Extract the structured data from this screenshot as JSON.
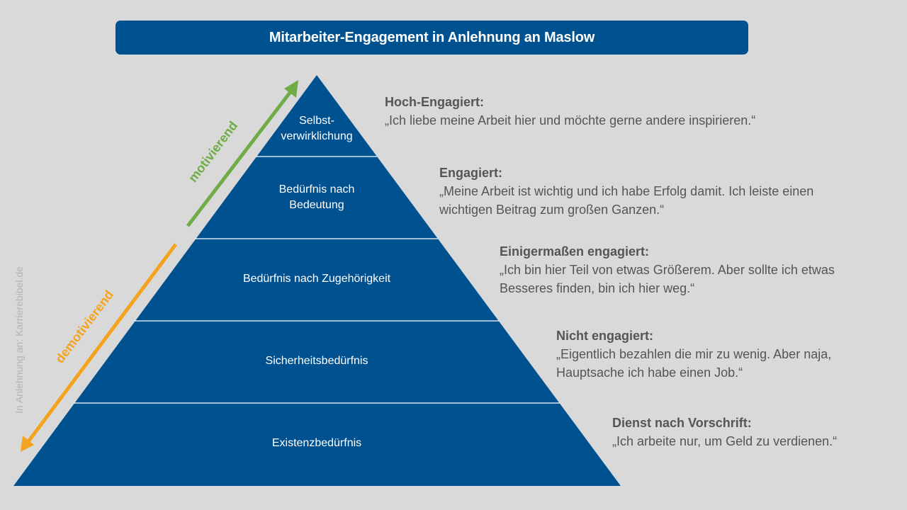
{
  "title": "Mitarbeiter-Engagement in Anlehnung an Maslow",
  "colors": {
    "pyramid": "#005190",
    "motivating": "#6fac46",
    "demotivating": "#f5a21c"
  },
  "levels": [
    {
      "label": "Selbst-\nverwirklichung"
    },
    {
      "label": "Bedürfnis nach\nBedeutung"
    },
    {
      "label": "Bedürfnis nach Zugehörigkeit"
    },
    {
      "label": "Sicherheitsbedürfnis"
    },
    {
      "label": "Existenzbedürfnis"
    }
  ],
  "quotes": [
    {
      "heading": "Hoch-Engagiert:",
      "text": "„Ich liebe meine Arbeit hier und möchte gerne andere inspirieren.“"
    },
    {
      "heading": "Engagiert:",
      "text": "„Meine Arbeit ist wichtig und ich habe Erfolg damit. Ich leiste einen\n  wichtigen Beitrag zum großen Ganzen.“"
    },
    {
      "heading": "Einigermaßen engagiert:",
      "text": "„Ich bin hier Teil von etwas Größerem. Aber sollte ich etwas\n  Besseres finden, bin ich hier weg.“"
    },
    {
      "heading": "Nicht engagiert:",
      "text": "„Eigentlich bezahlen die mir zu wenig. Aber naja,\n  Hauptsache ich habe einen Job.“"
    },
    {
      "heading": "Dienst nach Vorschrift:",
      "text": "„Ich arbeite nur, um Geld zu verdienen.“"
    }
  ],
  "arrows": {
    "motivating_label": "motivierend",
    "demotivating_label": "demotivierend"
  },
  "credit": "In Anlehnung an: Karrierebibel.de"
}
